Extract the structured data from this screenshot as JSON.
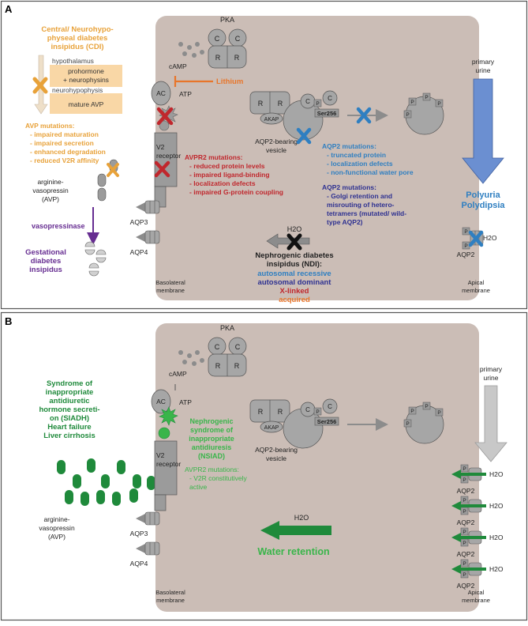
{
  "panel_a": {
    "letter": "A",
    "cdi_title": [
      "Central/ Neurohypo-",
      "physeal diabetes",
      "insipidus (CDI)"
    ],
    "hypothalamus": "hypothalamus",
    "prohormone": [
      "prohormone",
      "+ neurophysins"
    ],
    "neurohypophysis": "neurohypophysis",
    "mature_avp": "mature AVP",
    "avp_mut_title": "AVP mutations:",
    "avp_mut_items": [
      "- impaired maturation",
      "- impaired secretion",
      "- enhanced degradation",
      "- reduced V2R affinity"
    ],
    "avp_label": [
      "arginine-",
      "vasopressin",
      "(AVP)"
    ],
    "vasopressinase": "vasopressinase",
    "gestational": [
      "Gestational",
      "diabetes",
      "insipidus"
    ],
    "pka": "PKA",
    "c": "C",
    "r": "R",
    "camp": "cAMP",
    "lithium": "Lithium",
    "ac": "AC",
    "atp": "ATP",
    "v2": [
      "V2",
      "receptor"
    ],
    "avpr2_title": "AVPR2 mutations:",
    "avpr2_items": [
      "- reduced protein levels",
      "- impaired ligand-binding",
      "- localization defects",
      "- impaired G-protein coupling"
    ],
    "akap": "AKAP",
    "ser256": "Ser256",
    "p": "P",
    "vesicle": [
      "AQP2-bearing",
      "vesicle"
    ],
    "aqp2_mut1_title": "AQP2 mutations:",
    "aqp2_mut1_items": [
      "- truncated protein",
      "- localization defects",
      "- non-functional water pore"
    ],
    "aqp2_mut2_title": "AQP2 mutations:",
    "aqp2_mut2_items": [
      "- Golgi retention and",
      "  misrouting of hetero-",
      "  tetramers (mutated/  wild-",
      "  type  AQP2)"
    ],
    "primary_urine": [
      "primary",
      "urine"
    ],
    "polyuria": [
      "Polyuria",
      "Polydipsia"
    ],
    "aqp3": "AQP3",
    "aqp4": "AQP4",
    "aqp2": "AQP2",
    "h2o": "H2O",
    "ndi_title": [
      "Nephrogenic diabetes",
      "insipidus (NDI):"
    ],
    "ndi_types": [
      "autosomal recessive",
      "autosomal dominant",
      "X-linked",
      "acquired"
    ],
    "basolateral": [
      "Basolateral",
      "membrane"
    ],
    "apical": [
      "Apical",
      "membrane"
    ]
  },
  "panel_b": {
    "letter": "B",
    "siadh": [
      "Syndrome of",
      "inappropriate",
      "antidiuretic",
      "hormone secreti-",
      "on (SIADH)",
      "Heart failure",
      "Liver cirrhosis"
    ],
    "nsiad": [
      "Nephrogenic",
      "syndrome of",
      "inappropriate",
      "antidiuresis",
      "(NSIAD)"
    ],
    "avpr2_title": "AVPR2 mutations:",
    "avpr2_items": [
      "- V2R constitutively",
      "  active"
    ],
    "water_retention": "Water retention"
  },
  "colors": {
    "orange": "#e8a23a",
    "red": "#c0272d",
    "lithium": "#e8752a",
    "blue": "#2f7fc1",
    "navy": "#2e3191",
    "purple": "#662d91",
    "green": "#39b54a",
    "dark_green": "#1f8a3b",
    "cell": "#cbbdb6",
    "protein": "#a6a6a6"
  }
}
